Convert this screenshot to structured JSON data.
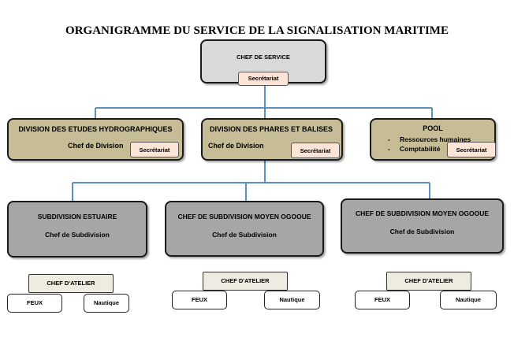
{
  "title": "ORGANIGRAMME DU SERVICE DE LA SIGNALISATION MARITIME",
  "chief": {
    "label": "CHEF DE SERVICE",
    "secretariat": "Secrétariat"
  },
  "divisions": [
    {
      "name": "DIVISION DES ETUDES HYDROGRAPHIQUES",
      "head": "Chef de Division",
      "secretariat": "Secrétariat"
    },
    {
      "name": "DIVISION DES PHARES ET BALISES",
      "head": "Chef de Division",
      "secretariat": "Secrétariat"
    },
    {
      "name": "POOL",
      "items": [
        "Ressources humaines",
        "Comptabilité"
      ],
      "bullet": "-",
      "secretariat": "Secrétariat"
    }
  ],
  "subdivisions": [
    {
      "name": "SUBDIVISION  ESTUAIRE",
      "head": "Chef de Subdivision",
      "atelier": "CHEF D'ATELIER",
      "units": [
        "FEUX",
        "Nautique"
      ]
    },
    {
      "name": "CHEF DE SUBDIVISION  MOYEN OGOOUE",
      "head": "Chef de Subdivision",
      "atelier": "CHEF D'ATELIER",
      "units": [
        "FEUX",
        "Nautique"
      ]
    },
    {
      "name": "CHEF DE SUBDIVISION  MOYEN OGOOUE",
      "head": "Chef de Subdivision",
      "atelier": "CHEF D'ATELIER",
      "units": [
        "FEUX",
        "Nautique"
      ]
    }
  ],
  "colors": {
    "connector": "#5b8fc0",
    "chief_fill": "#d9d9d9",
    "division_fill": "#c6bd96",
    "subdivision_fill": "#a6a6a6",
    "secretariat_fill": "#fce4d6",
    "atelier_fill": "#eeece1"
  }
}
